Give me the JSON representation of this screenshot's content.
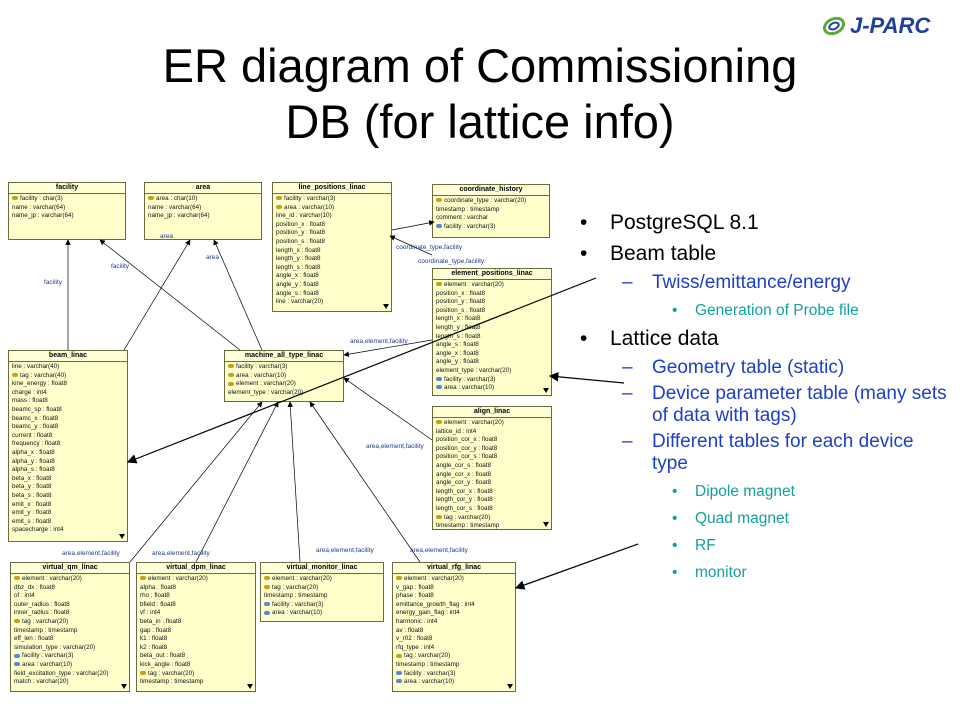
{
  "logo": {
    "text": "J-PARC",
    "colors": [
      "#1e3fa0",
      "#5aaa3c"
    ]
  },
  "slide": {
    "title_line1": "ER diagram of Commissioning",
    "title_line2": "DB (for lattice info)"
  },
  "bullets": [
    {
      "level": 1,
      "text": "PostgreSQL 8.1"
    },
    {
      "level": 1,
      "text": "Beam table"
    },
    {
      "level": 2,
      "text": "Twiss/emittance/energy"
    },
    {
      "level": 3,
      "text": "Generation of Probe file"
    },
    {
      "level": 1,
      "text": "Lattice data"
    },
    {
      "level": 2,
      "text": "Geometry table (static)"
    },
    {
      "level": 2,
      "text": "Device parameter table (many sets of data with tags)"
    },
    {
      "level": 2,
      "text": "Different tables for each device type"
    },
    {
      "level": 3,
      "text": "Dipole magnet"
    },
    {
      "level": 3,
      "text": "Quad magnet"
    },
    {
      "level": 3,
      "text": "RF"
    },
    {
      "level": 3,
      "text": "monitor"
    }
  ],
  "entities": [
    {
      "name": "facility",
      "fields": [
        {
          "text": "facility : char(3)",
          "key": "pk"
        },
        {
          "text": "name : varchar(64)"
        },
        {
          "text": "name_jp : varchar(64)"
        }
      ]
    },
    {
      "name": "area",
      "fields": [
        {
          "text": "area : char(10)",
          "key": "pk"
        },
        {
          "text": "name : varchar(64)"
        },
        {
          "text": "name_jp : varchar(64)"
        }
      ]
    },
    {
      "name": "line_positions_linac",
      "fields": [
        {
          "text": "facility : varchar(3)",
          "key": "pk"
        },
        {
          "text": "area : varchar(10)",
          "key": "pk"
        },
        {
          "text": "line_id : varchar(10)"
        },
        {
          "text": "position_x : float8"
        },
        {
          "text": "position_y : float8"
        },
        {
          "text": "position_s : float8"
        },
        {
          "text": "length_x : float8"
        },
        {
          "text": "length_y : float8"
        },
        {
          "text": "length_s : float8"
        },
        {
          "text": "angle_x : float8"
        },
        {
          "text": "angle_y : float8"
        },
        {
          "text": "angle_s : float8"
        },
        {
          "text": "line : varchar(20)"
        }
      ]
    },
    {
      "name": "coordinate_history",
      "fields": [
        {
          "text": "coordinate_type : varchar(20)",
          "key": "pk"
        },
        {
          "text": "timestamp : timestamp"
        },
        {
          "text": "comment : varchar"
        },
        {
          "text": "facility : varchar(3)",
          "key": "fk"
        }
      ]
    },
    {
      "name": "element_positions_linac",
      "fields": [
        {
          "text": "element : varchar(20)",
          "key": "pk"
        },
        {
          "text": "position_x : float8"
        },
        {
          "text": "position_y : float8"
        },
        {
          "text": "position_s : float8"
        },
        {
          "text": "length_x : float8"
        },
        {
          "text": "length_y : float8"
        },
        {
          "text": "length_s : float8"
        },
        {
          "text": "angle_s : float8"
        },
        {
          "text": "angle_x : float8"
        },
        {
          "text": "angle_y : float8"
        },
        {
          "text": "element_type : varchar(20)"
        },
        {
          "text": "facility : varchar(3)",
          "key": "fk"
        },
        {
          "text": "area : varchar(10)",
          "key": "fk"
        }
      ]
    },
    {
      "name": "beam_linac",
      "fields": [
        {
          "text": "line : varchar(40)"
        },
        {
          "text": "tag : varchar(40)",
          "key": "pk"
        },
        {
          "text": "kine_energy : float8"
        },
        {
          "text": "charge : int4"
        },
        {
          "text": "mass : float8"
        },
        {
          "text": "beamc_sp : float8"
        },
        {
          "text": "beamc_x : float8"
        },
        {
          "text": "beamc_y : float8"
        },
        {
          "text": "current : float8"
        },
        {
          "text": "frequency : float8"
        },
        {
          "text": "alpha_x : float8"
        },
        {
          "text": "alpha_y : float8"
        },
        {
          "text": "alpha_s : float8"
        },
        {
          "text": "beta_x : float8"
        },
        {
          "text": "beta_y : float8"
        },
        {
          "text": "beta_s : float8"
        },
        {
          "text": "emit_x : float8"
        },
        {
          "text": "emit_y : float8"
        },
        {
          "text": "emit_s : float8"
        },
        {
          "text": "spacecharge : int4"
        }
      ]
    },
    {
      "name": "machine_all_type_linac",
      "fields": [
        {
          "text": "facility : varchar(3)",
          "key": "pk"
        },
        {
          "text": "area : varchar(10)",
          "key": "pk"
        },
        {
          "text": "element : varchar(20)",
          "key": "pk"
        },
        {
          "text": "element_type : varchar(20)"
        }
      ]
    },
    {
      "name": "align_linac",
      "fields": [
        {
          "text": "element : varchar(20)",
          "key": "pk"
        },
        {
          "text": "lattice_id : int4"
        },
        {
          "text": "position_cor_x : float8"
        },
        {
          "text": "position_cor_y : float8"
        },
        {
          "text": "position_cor_s : float8"
        },
        {
          "text": "angle_cor_s : float8"
        },
        {
          "text": "angle_cor_x : float8"
        },
        {
          "text": "angle_cor_y : float8"
        },
        {
          "text": "length_cor_x : float8"
        },
        {
          "text": "length_cor_y : float8"
        },
        {
          "text": "length_cor_s : float8"
        },
        {
          "text": "tag : varchar(20)",
          "key": "pk"
        },
        {
          "text": "timestamp : timestamp"
        }
      ]
    },
    {
      "name": "virtual_qm_linac",
      "fields": [
        {
          "text": "element : varchar(20)",
          "key": "pk"
        },
        {
          "text": "dbz_dx : float8"
        },
        {
          "text": "of : int4"
        },
        {
          "text": "outer_radius : float8"
        },
        {
          "text": "inner_radius : float8"
        },
        {
          "text": "tag : varchar(20)",
          "key": "pk"
        },
        {
          "text": "timestamp : timestamp"
        },
        {
          "text": "eff_len : float8"
        },
        {
          "text": "simulation_type : varchar(20)"
        },
        {
          "text": "facility : varchar(3)",
          "key": "fk"
        },
        {
          "text": "area : varchar(10)",
          "key": "fk"
        },
        {
          "text": "field_excitation_type : varchar(20)"
        },
        {
          "text": "match : varchar(20)"
        }
      ]
    },
    {
      "name": "virtual_dpm_linac",
      "fields": [
        {
          "text": "element : varchar(20)",
          "key": "pk"
        },
        {
          "text": "alpha : float8"
        },
        {
          "text": "rho : float8"
        },
        {
          "text": "bfield : float8"
        },
        {
          "text": "vf : int4"
        },
        {
          "text": "beta_in : float8"
        },
        {
          "text": "gap : float8"
        },
        {
          "text": "k1 : float8"
        },
        {
          "text": "k2 : float8"
        },
        {
          "text": "beta_out : float8"
        },
        {
          "text": "kick_angle : float8"
        },
        {
          "text": "tag : varchar(20)",
          "key": "pk"
        },
        {
          "text": "timestamp : timestamp"
        }
      ]
    },
    {
      "name": "virtual_monitor_linac",
      "fields": [
        {
          "text": "element : varchar(20)",
          "key": "pk"
        },
        {
          "text": "tag : varchar(20)",
          "key": "pk"
        },
        {
          "text": "timestamp : timestamp"
        },
        {
          "text": "facility : varchar(3)",
          "key": "fk"
        },
        {
          "text": "area : varchar(10)",
          "key": "fk"
        }
      ]
    },
    {
      "name": "virtual_rfg_linac",
      "fields": [
        {
          "text": "element : varchar(20)",
          "key": "pk"
        },
        {
          "text": "v_gap : float8"
        },
        {
          "text": "phase : float8"
        },
        {
          "text": "emittance_growth_flag : int4"
        },
        {
          "text": "energy_gain_flag : int4"
        },
        {
          "text": "harmonic : int4"
        },
        {
          "text": "av : float8"
        },
        {
          "text": "v_r02 : float8"
        },
        {
          "text": "rfq_type : int4"
        },
        {
          "text": "tag : varchar(20)",
          "key": "pk"
        },
        {
          "text": "timestamp : timestamp"
        },
        {
          "text": "facility : varchar(3)",
          "key": "fk"
        },
        {
          "text": "area : varchar(10)",
          "key": "fk"
        }
      ]
    }
  ],
  "relation_labels": [
    "area",
    "area",
    "facility",
    "facility",
    "coordinate_type,facility",
    "coordinate_type,facility",
    "area,element,facility",
    "area,element,facility",
    "area,element,facility",
    "area,element,facility",
    "area,element,facility",
    "area,element,facility"
  ]
}
